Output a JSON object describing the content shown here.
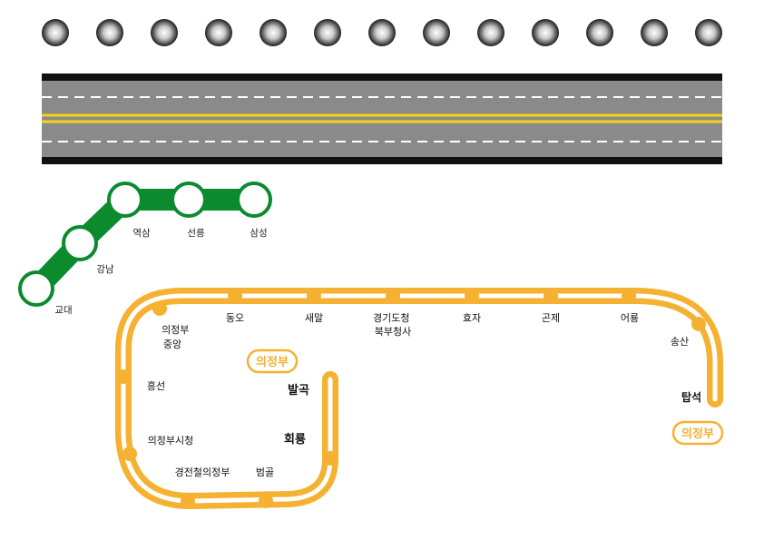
{
  "colors": {
    "green_line": "#0c8a2e",
    "yellow_line": "#f5b131",
    "road_asphalt": "#8a8a8a",
    "road_edge": "#111111",
    "road_center": "#f7d21c",
    "lamp_dark": "#1c1c1c",
    "lamp_light": "#ffffff"
  },
  "green_line": {
    "stations": [
      "교대",
      "강남",
      "역삼",
      "선릉",
      "삼성"
    ]
  },
  "yellow_line": {
    "terminal_badges": [
      "의정부",
      "의정부"
    ],
    "stations": {
      "balgok": "발곡",
      "hoeryong": "회룡",
      "beomgol": "범골",
      "gyeongjeon": "경전철의정부",
      "city_hall": "의정부시청",
      "heungseon": "흥선",
      "central": "의정부\n중앙",
      "dongo": "동오",
      "saemal": "새말",
      "provincial": "경기도청\n북부청사",
      "hyoja": "효자",
      "gonje": "곤제",
      "eoryong": "어룡",
      "songsan": "송산",
      "tapseok": "탑석"
    }
  }
}
